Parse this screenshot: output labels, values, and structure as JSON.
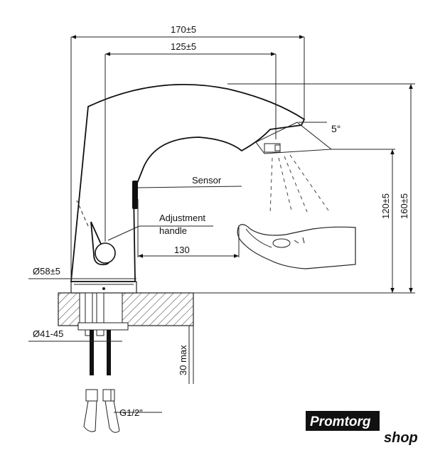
{
  "dimensions": {
    "overall_width": "170±5",
    "spout_reach": "125±5",
    "angle": "5°",
    "outlet_height": "120±5",
    "total_height": "160±5",
    "sensor_range": "130",
    "base_diameter": "Ø58±5",
    "hole_diameter": "Ø41-45",
    "max_thickness": "30 max",
    "thread": "G1/2\""
  },
  "labels": {
    "sensor": "Sensor",
    "adjustment_line1": "Adjustment",
    "adjustment_line2": "handle"
  },
  "logo": {
    "brand": "Promtorg",
    "suffix": "shop"
  }
}
